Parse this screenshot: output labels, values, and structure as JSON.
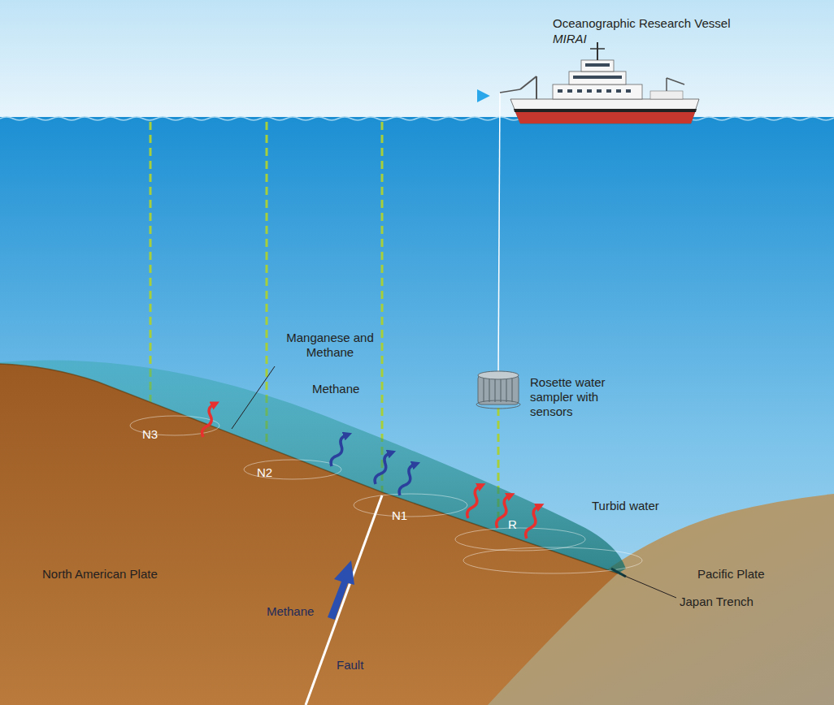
{
  "diagram": {
    "labels": [
      "Oceanographic Research Vessel",
      "MIRAI",
      "Manganese and Methane",
      "Methane",
      "Rosette water sampler with sensors",
      "N3",
      "N2",
      "N1",
      "R",
      "Turbid water",
      "North American Plate",
      "Pacific Plate",
      "Japan Trench",
      "Methane",
      "Fault"
    ]
  }
}
